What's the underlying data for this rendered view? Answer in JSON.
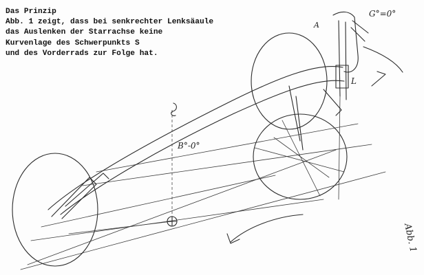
{
  "caption": {
    "title": "Das Prinzip",
    "lines": [
      "Abb. 1 zeigt, dass bei senkrechter Lenksäaule",
      "das Auslenken der Starrachse keine",
      "Kurvenlage des Schwerpunkts S",
      "und des Vorderrads zur Folge hat."
    ]
  },
  "sketch_labels": {
    "steer_angle": "G°=0°",
    "lean_angle": "B°-0°",
    "top_left_mark": "A",
    "handle_mark": "L",
    "figure_number": "Abb. 1"
  }
}
